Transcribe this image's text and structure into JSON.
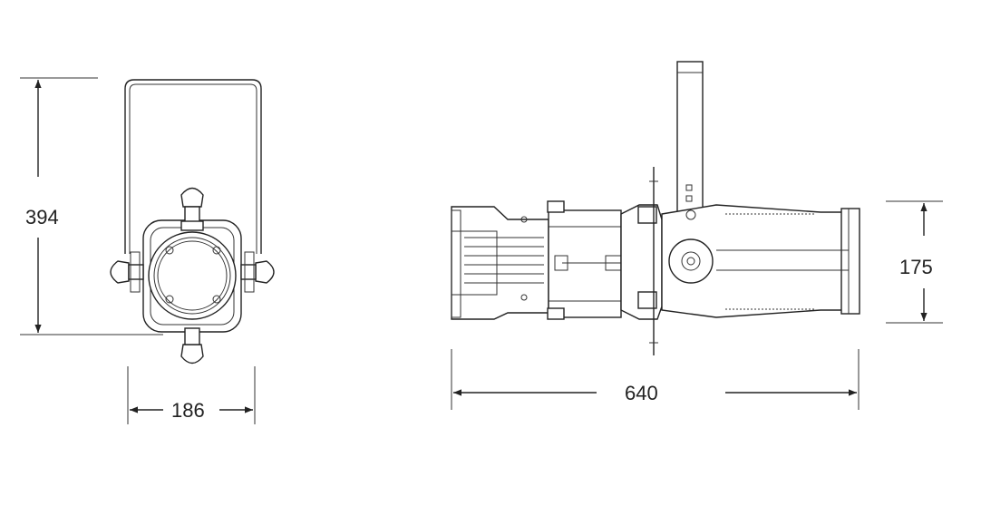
{
  "dimensions": {
    "front_height": "394",
    "front_width": "186",
    "side_length": "640",
    "side_height": "175"
  }
}
